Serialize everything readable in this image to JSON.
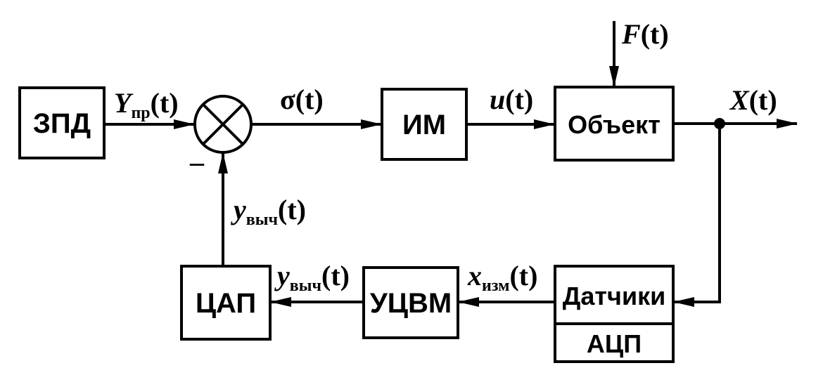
{
  "blocks": {
    "zpd": "ЗПД",
    "im": "ИМ",
    "object": "Объект",
    "sensors": "Датчики",
    "adc": "АЦП",
    "ucvm": "УЦВМ",
    "dac": "ЦАП"
  },
  "signals": {
    "y_pr": {
      "main": "Y",
      "sub": "пр",
      "arg": "(t)"
    },
    "sigma": {
      "main": "σ",
      "arg": "(t)"
    },
    "u": {
      "main": "u",
      "arg": "(t)"
    },
    "F": {
      "main": "F",
      "arg": "(t)"
    },
    "X": {
      "main": "X",
      "arg": "(t)"
    },
    "y_vych_feedback": {
      "main": "y",
      "sub": "выч",
      "arg": "(t)"
    },
    "y_vych_bottom": {
      "main": "y",
      "sub": "выч",
      "arg": "(t)"
    },
    "x_izm": {
      "main": "x",
      "sub": "изм",
      "arg": "(t)"
    }
  },
  "summing_sign": "–"
}
